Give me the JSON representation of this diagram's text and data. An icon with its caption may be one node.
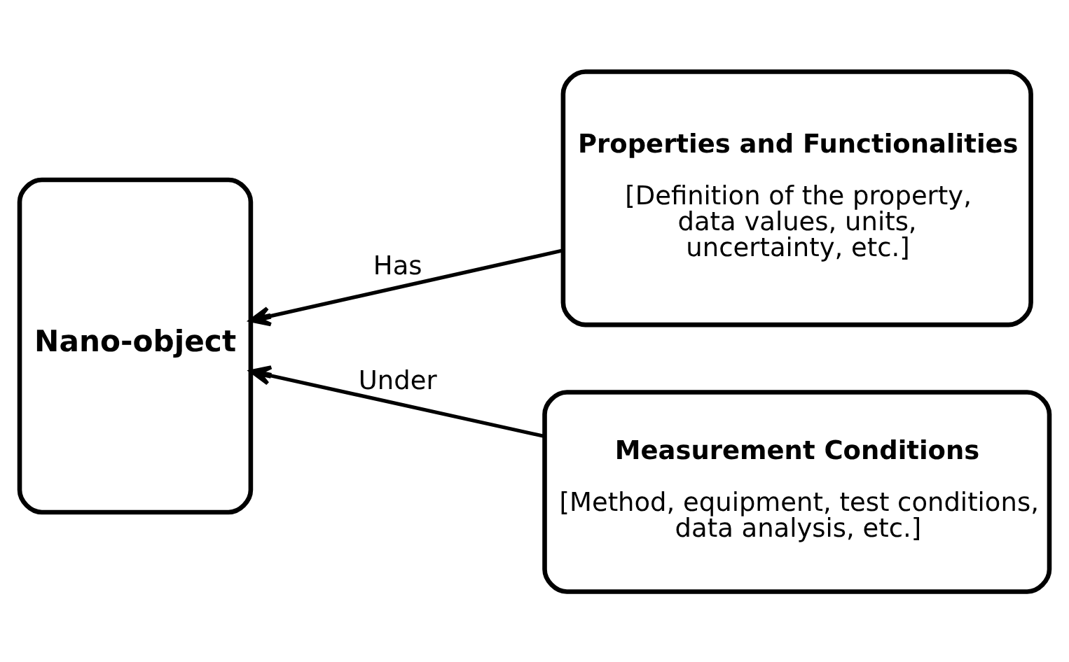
{
  "diagram": {
    "nodes": [
      {
        "text": [
          "Nano-object"
        ]
      },
      {
        "text": [
          "Properties and Functionalities",
          "[Definition of the property, data values, units, uncertainty, etc.]"
        ]
      },
      {
        "text": [
          "Measurement Conditions",
          "[Method, equipment, test conditions, data analysis, etc.]"
        ]
      }
    ],
    "edges": [
      {
        "from": 1,
        "to": 0,
        "arrow": "to",
        "label": "Has"
      },
      {
        "from": 2,
        "to": 0,
        "arrow": "to",
        "label": "Under"
      }
    ]
  }
}
